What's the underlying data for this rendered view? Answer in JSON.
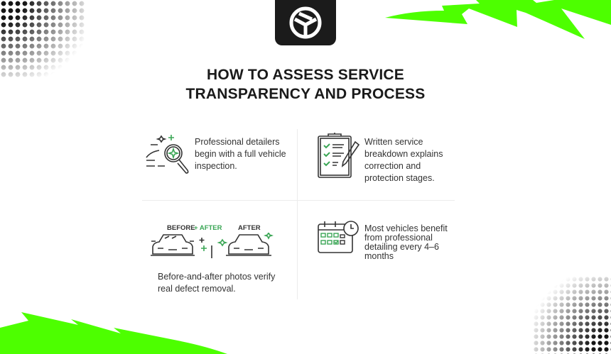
{
  "title_line1": "HOW TO ASSESS SERVICE",
  "title_line2": "TRANSPARENCY AND PROCESS",
  "items": [
    {
      "icon": "magnifier-car-icon",
      "text": "Professional detailers begin with a full vehicle inspection."
    },
    {
      "icon": "clipboard-checklist-icon",
      "text": "Written service breakdown explains correction and protection stages."
    },
    {
      "icon": "before-after-cars-icon",
      "text": "Before-and-after photos verify real defect removal.",
      "labels": {
        "before": "BEFORE",
        "plus_after": "+ AFTER",
        "after": "AFTER"
      }
    },
    {
      "icon": "calendar-clock-icon",
      "text": "Most vehicles benefit from professional detailing every 4–6 months"
    }
  ],
  "colors": {
    "accent_green": "#4dff00",
    "icon_green": "#3aa655",
    "logo_bg": "#1b1b1b"
  }
}
